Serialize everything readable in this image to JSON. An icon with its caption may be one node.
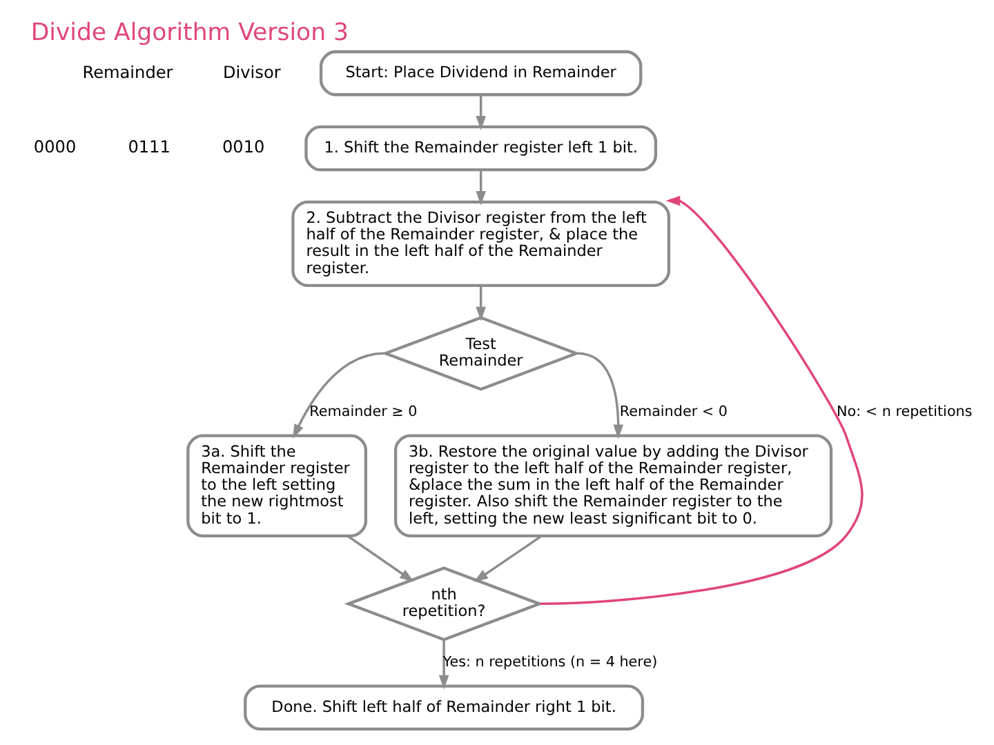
{
  "diagram": {
    "title": "Divide Algorithm Version 3",
    "nodes": [
      {
        "text": [
          "Start: Place Dividend in Remainder"
        ]
      },
      {
        "text": [
          "1. Shift the Remainder register left 1 bit."
        ]
      },
      {
        "text": [
          "2. Subtract the Divisor register from the left half of the Remainder register, & place the result in the left half of the Remainder register."
        ]
      },
      {
        "text": [
          "Test Remainder"
        ]
      },
      {
        "text": [
          "3a. Shift the Remainder register to the left setting the new rightmost bit to 1."
        ]
      },
      {
        "text": [
          "3b. Restore the original value by adding the Divisor register to the left half of the Remainder register, &place the sum in the left half of the Remainder register. Also shift the Remainder register to the left, setting the new least significant bit to 0."
        ]
      },
      {
        "text": [
          "nth repetition?"
        ]
      },
      {
        "text": [
          "Done. Shift left half of Remainder right 1 bit."
        ]
      }
    ],
    "edges": [
      {
        "from": 0,
        "to": 1,
        "arrow": "to"
      },
      {
        "from": 1,
        "to": 2,
        "arrow": "to"
      },
      {
        "from": 2,
        "to": 3,
        "arrow": "to"
      },
      {
        "from": 3,
        "to": 4,
        "arrow": "to",
        "label": "Remainder ≥ 0"
      },
      {
        "from": 3,
        "to": 5,
        "arrow": "to",
        "label": "Remainder < 0"
      },
      {
        "from": 4,
        "to": 6,
        "arrow": "to"
      },
      {
        "from": 5,
        "to": 6,
        "arrow": "to"
      },
      {
        "from": 6,
        "to": 2,
        "arrow": "to",
        "label": "No: < n repetitions",
        "color": "#e0457b"
      },
      {
        "from": 6,
        "to": 7,
        "arrow": "to",
        "label": "Yes: n repetitions (n = 4 here)"
      }
    ],
    "labels": [
      "Remainder",
      "Divisor",
      "0000",
      "0111",
      "0010"
    ]
  }
}
